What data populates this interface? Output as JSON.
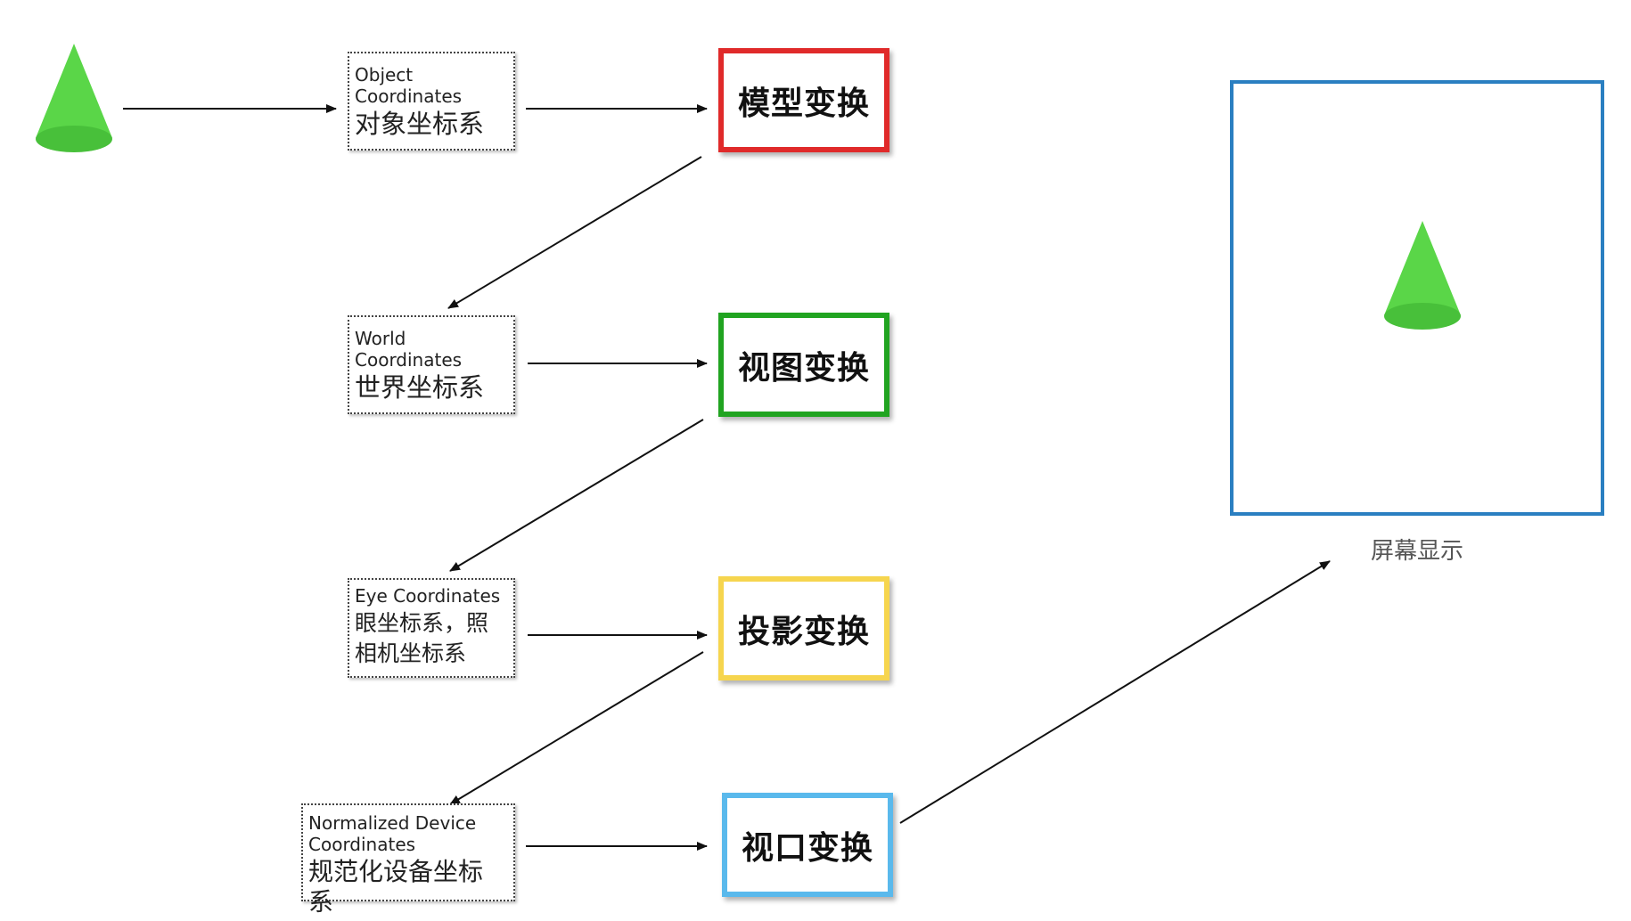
{
  "colors": {
    "cone": "#5ad648",
    "cone_shadow": "#48c03a",
    "arrow": "#111111",
    "model_border": "#e02a2a",
    "view_border": "#21a421",
    "projection_border": "#f6d54e",
    "viewport_border": "#5ab9ec",
    "screen_border": "#2a7fc1"
  },
  "coordinates": {
    "object": {
      "en": "Object Coordinates",
      "zh": "对象坐标系"
    },
    "world": {
      "en": "World Coordinates",
      "zh": "世界坐标系"
    },
    "eye": {
      "en": "Eye Coordinates",
      "zh": "眼坐标系，照相机坐标系"
    },
    "ndc": {
      "en": "Normalized Device Coordinates",
      "zh": "规范化设备坐标系"
    }
  },
  "transforms": {
    "model": "模型变换",
    "view": "视图变换",
    "projection": "投影变换",
    "viewport": "视口变换"
  },
  "screen": {
    "label": "屏幕显示"
  }
}
